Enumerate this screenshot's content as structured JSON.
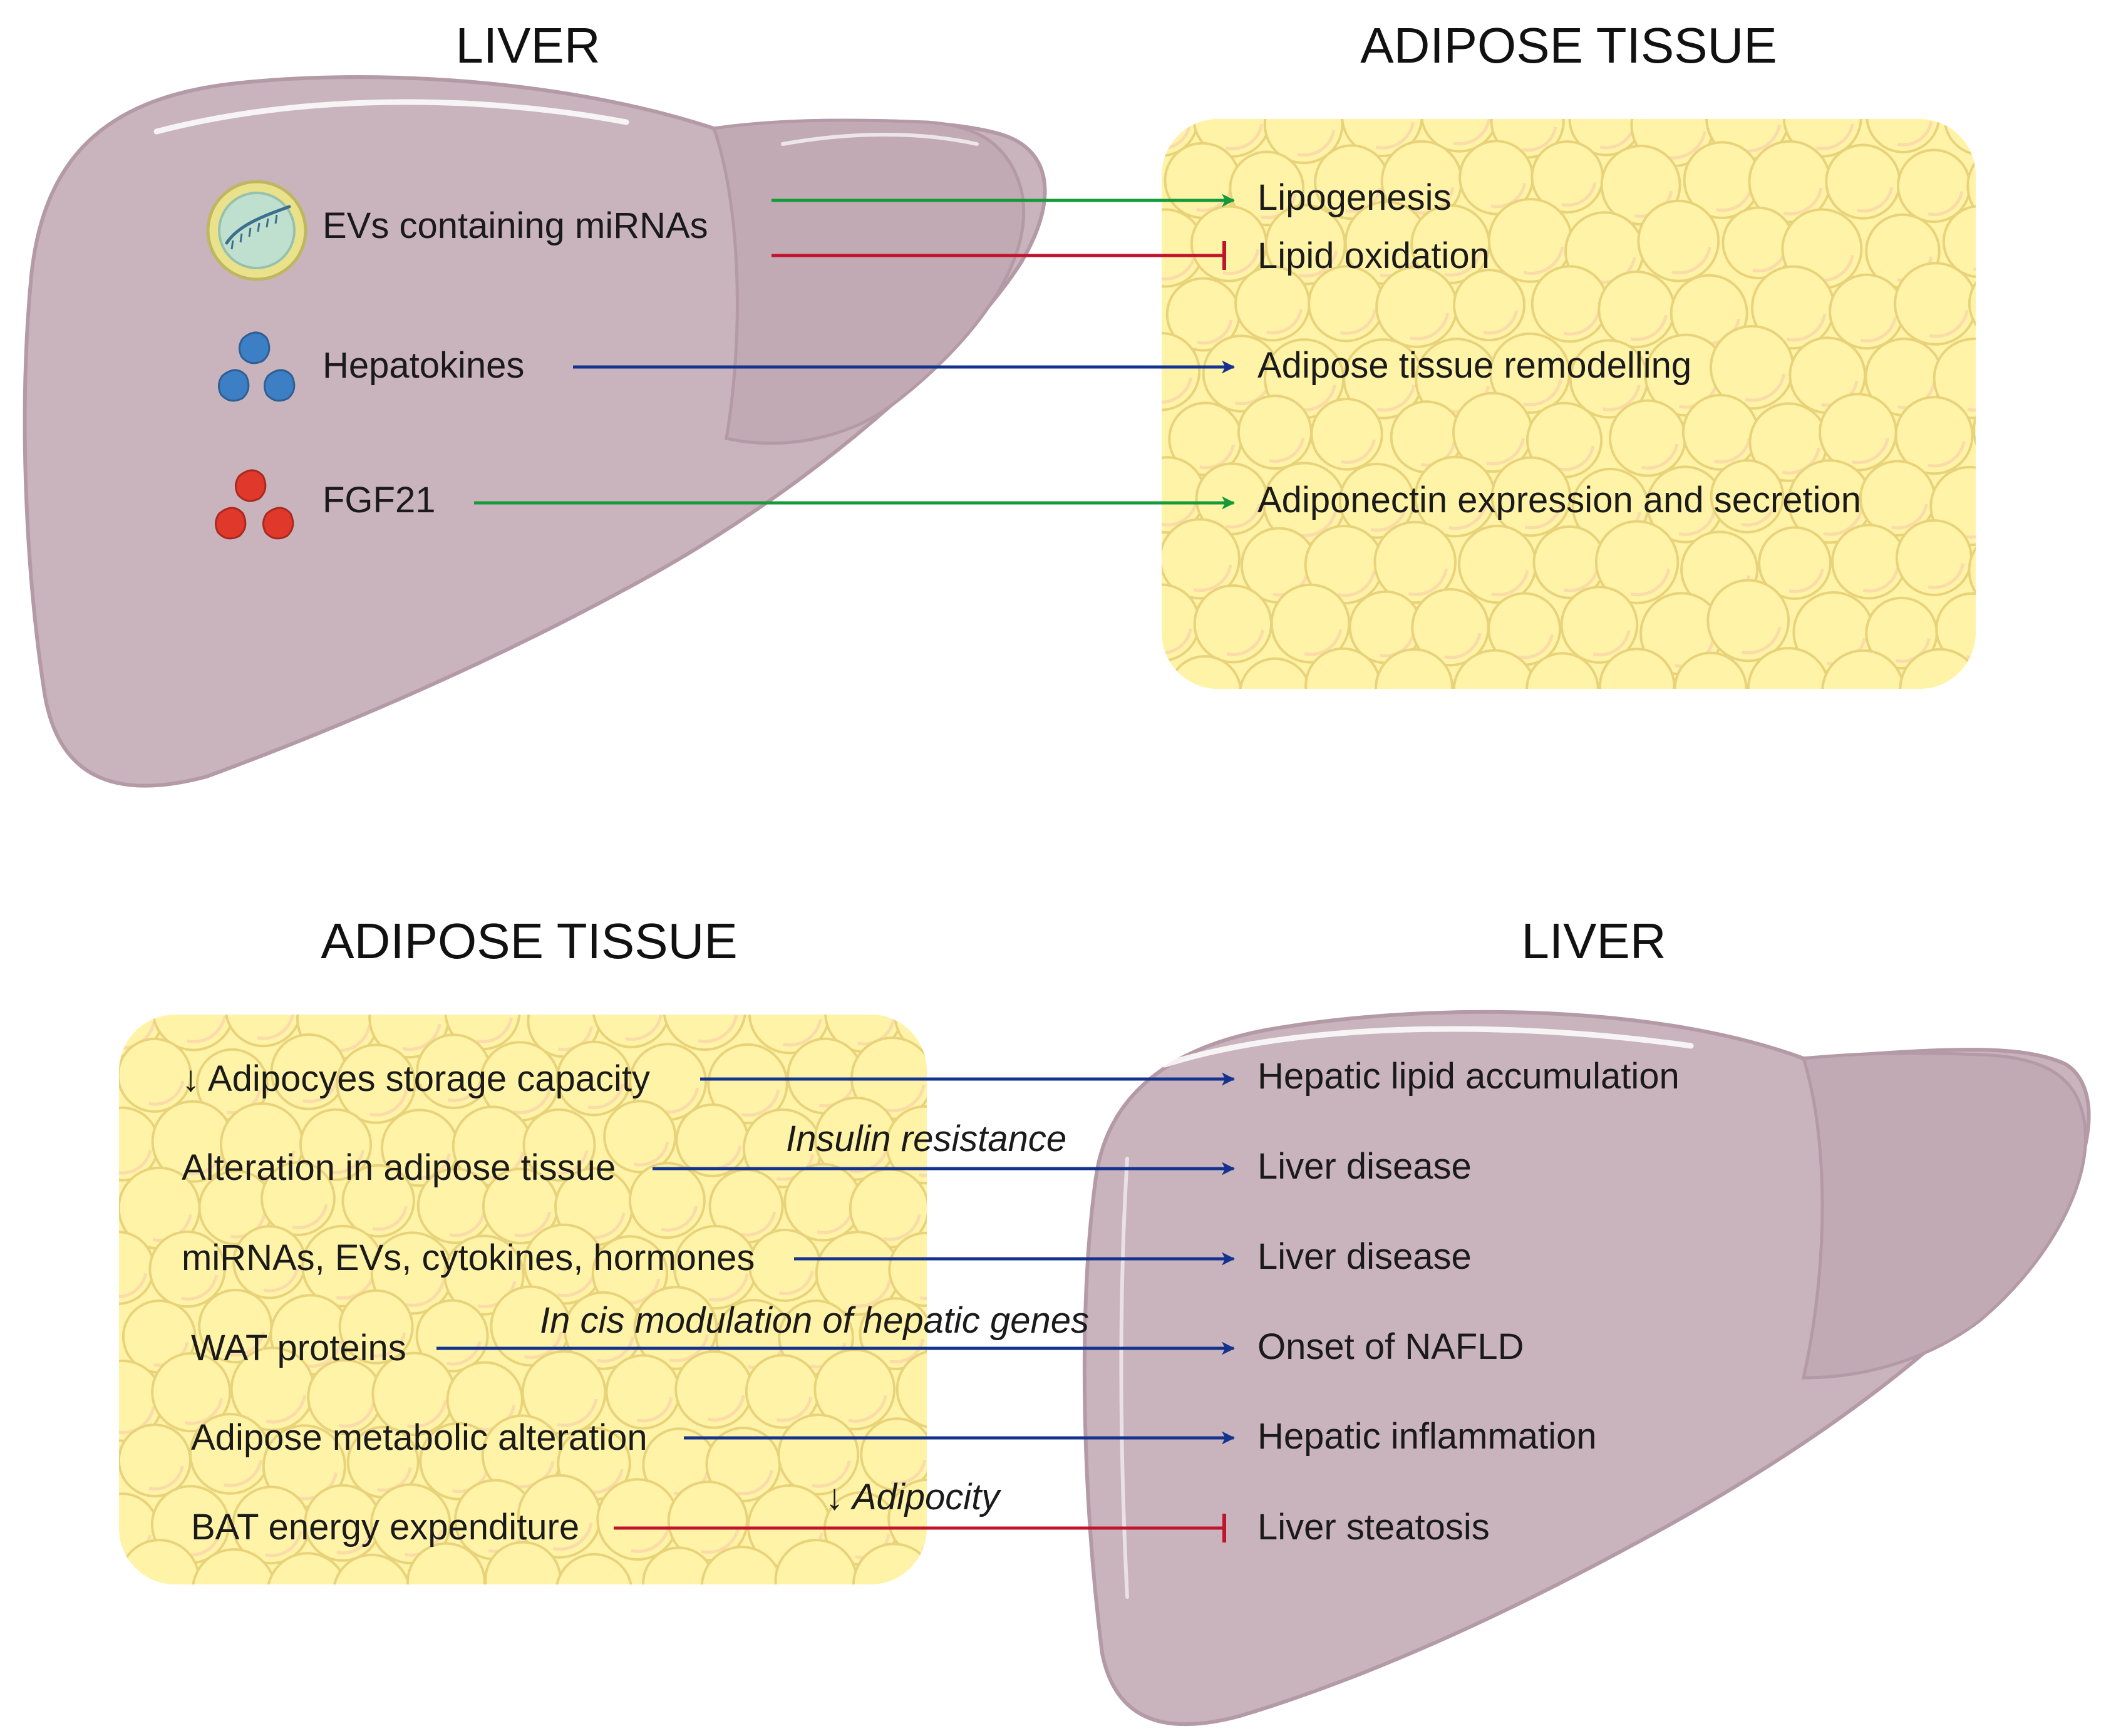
{
  "top": {
    "liver_heading": "LIVER",
    "adipose_heading": "ADIPOSE TISSUE",
    "sources": [
      {
        "label": "EVs containing miRNAs",
        "icon": "vesicle-icon"
      },
      {
        "label": "Hepatokines",
        "icon": "protein-cluster-blue-icon"
      },
      {
        "label": "FGF21",
        "icon": "protein-cluster-red-icon"
      }
    ],
    "effects": [
      {
        "label": "Lipogenesis",
        "arrow": "activation"
      },
      {
        "label": "Lipid oxidation",
        "arrow": "inhibition"
      },
      {
        "label": "Adipose tissue remodelling",
        "arrow": "activation"
      },
      {
        "label": "Adiponectin expression and secretion",
        "arrow": "activation"
      }
    ]
  },
  "bottom": {
    "adipose_heading": "ADIPOSE TISSUE",
    "liver_heading": "LIVER",
    "rows": [
      {
        "source": "↓ Adipocyes storage capacity",
        "target": "Hepatic lipid accumulation",
        "note": "",
        "arrow": "activation"
      },
      {
        "source": "Alteration in adipose tissue",
        "target": "Liver disease",
        "note": "Insulin resistance",
        "arrow": "activation"
      },
      {
        "source": "miRNAs, EVs, cytokines, hormones",
        "target": "Liver disease",
        "note": "",
        "arrow": "activation"
      },
      {
        "source": "WAT proteins",
        "target": "Onset of NAFLD",
        "note": "In cis modulation of hepatic genes",
        "arrow": "activation"
      },
      {
        "source": "Adipose metabolic alteration",
        "target": "Hepatic inflammation",
        "note": "",
        "arrow": "activation"
      },
      {
        "source": "BAT energy expenditure",
        "target": "Liver steatosis",
        "note": "↓ Adipocity",
        "arrow": "inhibition"
      }
    ]
  },
  "colors": {
    "liver_fill": "#c9b3bd",
    "liver_lobe": "#c2aab5",
    "liver_edge": "#b49aa6",
    "fat_fill": "#fff3a8",
    "fat_edge": "#e9d37a",
    "fat_highlight": "#f7c6a8",
    "arrow_green": "#159a3a",
    "arrow_red": "#c0142d",
    "arrow_blue": "#14338f",
    "protein_blue": "#3d7fc4",
    "protein_red": "#e0392b",
    "vesicle_ring": "#e9e28a"
  }
}
